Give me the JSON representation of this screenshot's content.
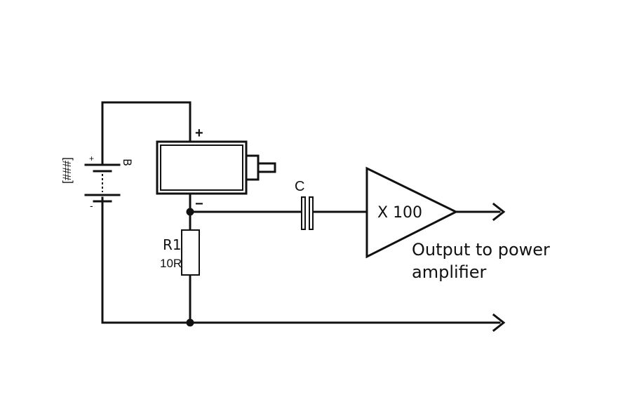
{
  "battery": {
    "label": "B",
    "voltage_label": "[###]",
    "plus": "+",
    "minus": "-"
  },
  "microphone": {
    "plus": "+",
    "minus": "−"
  },
  "resistor": {
    "name": "R1",
    "value": "10R"
  },
  "capacitor": {
    "name": "C"
  },
  "amplifier": {
    "gain_label": "X 100"
  },
  "output": {
    "line1": "Output to power",
    "line2": "amplifier"
  }
}
